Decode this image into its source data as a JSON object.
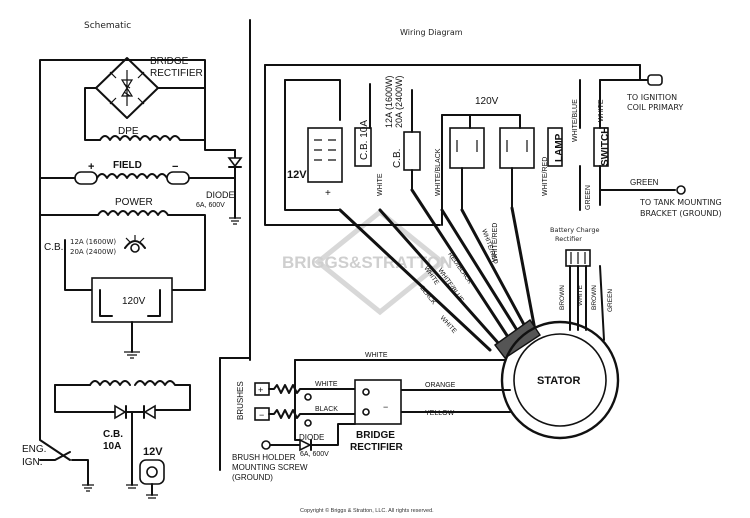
{
  "headings": {
    "schematic": "Schematic",
    "wiring": "Wiring Diagram"
  },
  "watermark": "BRIGGS&STRATTON",
  "copyright": "Copyright © Briggs & Stratton, LLC. All rights reserved.",
  "schematic": {
    "bridge_rectifier": [
      "BRIDGE",
      "RECTIFIER"
    ],
    "dpe": "DPE",
    "field": "FIELD",
    "plus": "+",
    "minus": "−",
    "diode": "DIODE",
    "diode_rating": "6A, 600V",
    "power": "POWER",
    "cb": "C.B.",
    "cb_rating_1": "12A (1600W)",
    "cb_rating_2": "20A (2400W)",
    "outlet_120": "120V",
    "cb_10a": [
      "C.B.",
      "10A"
    ],
    "outlet_12": "12V",
    "eng_ign": [
      "ENG.",
      "IGN."
    ]
  },
  "wiring": {
    "v12": "12V",
    "cb10a": "C.B. 10A",
    "cb12a": [
      "12A (1600W)",
      "20A (2400W)"
    ],
    "cb_main": "C.B.",
    "white": "WHITE",
    "white_black": "WHITE/BLACK",
    "white_red": "WHITE/RED",
    "v120": "120V",
    "lamp": "LAMP",
    "switch": "SWITCH",
    "white_blue": "WHITE/BLUE",
    "green": "GREEN",
    "to_ignition": [
      "TO IGNITION",
      "COIL PRIMARY"
    ],
    "to_tank": [
      "TO TANK MOUNTING",
      "BRACKET (GROUND)"
    ],
    "battery_charge": [
      "Battery Charge",
      "Rectifier"
    ],
    "red_black": "RED/BLACK",
    "white_blue_harness": "WHITE/BLUE",
    "black": "BLACK",
    "brown": "BROWN",
    "stator": "STATOR",
    "orange": "ORANGE",
    "yellow": "YELLOW",
    "brushes": "BRUSHES",
    "bridge_rectifier": [
      "BRIDGE",
      "RECTIFIER"
    ],
    "diode": "DIODE",
    "diode_rating": "6A, 600V",
    "brush_holder": [
      "BRUSH HOLDER",
      "MOUNTING SCREW",
      "(GROUND)"
    ]
  }
}
